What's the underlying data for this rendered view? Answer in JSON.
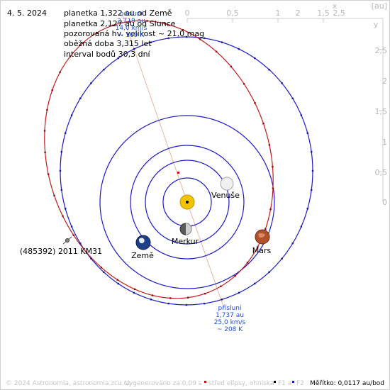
{
  "date": "4. 5. 2024",
  "info_lines": [
    "planetka 1,322 au od Země",
    "planetka 2,127 au od Slunce",
    "pozorovaná hv. velikost ~ 21,0 mag",
    "oběžná doba 3,315 let",
    "interval bodů 30,3 dní"
  ],
  "aphelion_label": [
    "odsluní",
    "2,719 au",
    "14,0 km/s",
    "~ 169 K"
  ],
  "perihelion_label": [
    "přísluní",
    "1,737 au",
    "25,0 km/s",
    "~ 208 K"
  ],
  "axis": {
    "x_ticks": [
      "0",
      "0,5",
      "1",
      "1,5",
      "2",
      "2,5"
    ],
    "y_ticks": [
      "2,5",
      "2",
      "1,5",
      "1",
      "0,5",
      "0"
    ],
    "x_name": "x",
    "y_name": "y",
    "unit": "[au]"
  },
  "bodies": {
    "venus": "Venuše",
    "mercury": "Merkur",
    "earth": "Země",
    "mars": "Mars",
    "asteroid": "(485392) 2011 KM31"
  },
  "footer": {
    "copyright": "© 2024 Astronomia, astronomia.zcu.cz",
    "generated": "Vygenerováno za 0,09 s",
    "legend_center": "střed elipsy, ohniska",
    "f1": "F1 a",
    "f2": "F2",
    "scale": "Měřítko: 0,0117 au/bod"
  },
  "colors": {
    "asteroid_orbit": "#c41818",
    "planet_orbit": "#1a1ac8",
    "sun": "#f5c400",
    "apsis_line": "#e8b89a",
    "label_blue": "#1f4fd6"
  }
}
